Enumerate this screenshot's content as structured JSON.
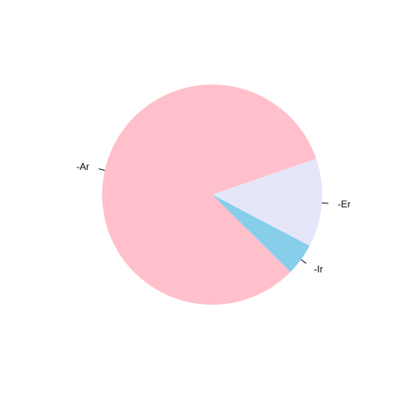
{
  "chart_data": {
    "type": "pie",
    "title": "",
    "slices": [
      {
        "label": "-Ar",
        "value": 82.3,
        "color": "#FFC0CB"
      },
      {
        "label": "-Er",
        "value": 13.0,
        "color": "#E6E6FA"
      },
      {
        "label": "-Ir",
        "value": 4.7,
        "color": "#87CEEB"
      }
    ],
    "start_direction": "clockwise-from-top",
    "border": "none",
    "legend": "none"
  }
}
